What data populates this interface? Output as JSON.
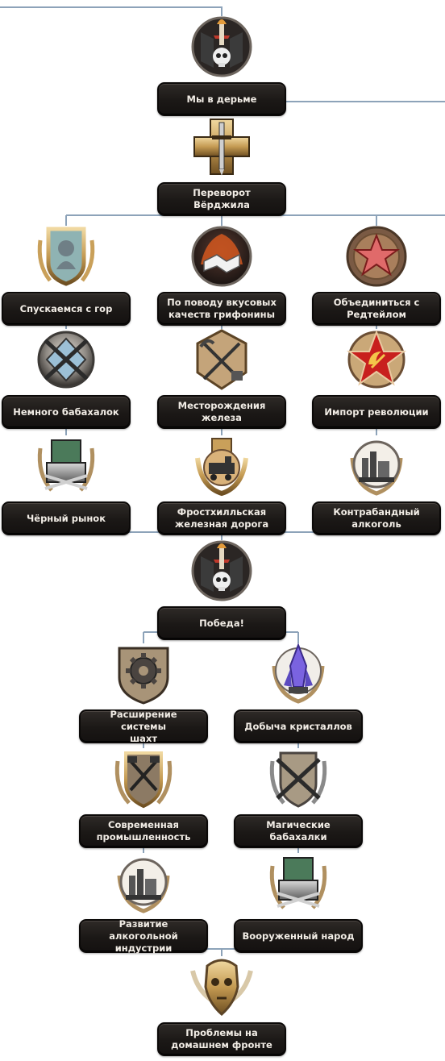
{
  "colors": {
    "line": "#8da3b9",
    "label_bg": "#1b1816",
    "label_text": "#f2ede6",
    "gold": "#c9a05a"
  },
  "focuses": [
    {
      "id": "f1",
      "label": "Мы в дерьме",
      "icon": "skull-torch-banner-icon"
    },
    {
      "id": "f2",
      "label": "Переворот Вёрджила",
      "icon": "sword-cross-icon"
    },
    {
      "id": "f3",
      "label": "Спускаемся с гор",
      "icon": "pony-shield-icon"
    },
    {
      "id": "f4",
      "label": "По поводу вкусовых\nкачеств грифонины",
      "icon": "handshake-flame-icon"
    },
    {
      "id": "f5",
      "label": "Объединиться с\nРедтейлом",
      "icon": "red-star-wreath-icon"
    },
    {
      "id": "f6",
      "label": "Немного бабахалок",
      "icon": "crossed-rifles-icon"
    },
    {
      "id": "f7",
      "label": "Месторождения\nжелеза",
      "icon": "pickaxe-shovel-icon"
    },
    {
      "id": "f8",
      "label": "Импорт революции",
      "icon": "hammer-sickle-star-icon"
    },
    {
      "id": "f9",
      "label": "Чёрный рынок",
      "icon": "factory-guns-icon"
    },
    {
      "id": "f10",
      "label": "Фростхилльская\nжелезная дорога",
      "icon": "train-icon"
    },
    {
      "id": "f11",
      "label": "Контрабандный\nалкоголь",
      "icon": "distillery-icon"
    },
    {
      "id": "f12",
      "label": "Победа!",
      "icon": "skull-torch-banner-icon"
    },
    {
      "id": "f13",
      "label": "Расширение системы\nшахт",
      "icon": "gear-shield-icon"
    },
    {
      "id": "f14",
      "label": "Добыча кристаллов",
      "icon": "crystal-icon"
    },
    {
      "id": "f15",
      "label": "Современная\nпромышленность",
      "icon": "hammers-shield-icon"
    },
    {
      "id": "f16",
      "label": "Магические бабахалки",
      "icon": "crossed-rifles-shield-icon"
    },
    {
      "id": "f17",
      "label": "Развитие алкогольной\nиндустрии",
      "icon": "distillery-icon"
    },
    {
      "id": "f18",
      "label": "Вооруженный народ",
      "icon": "factory-guns-icon"
    },
    {
      "id": "f19",
      "label": "Проблемы на\nдомашнем фронте",
      "icon": "gold-skull-icon"
    }
  ]
}
